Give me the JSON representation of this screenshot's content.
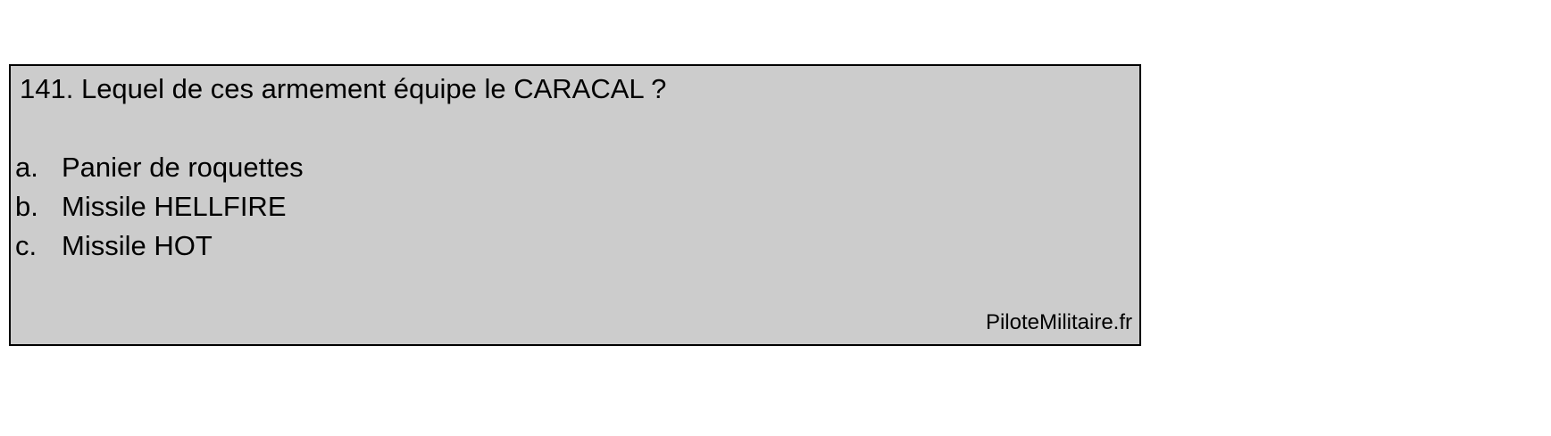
{
  "question": {
    "title": "141. Lequel de ces armement équipe le CARACAL ?",
    "options": [
      {
        "letter": "a.",
        "text": "Panier de roquettes"
      },
      {
        "letter": "b.",
        "text": "Missile HELLFIRE"
      },
      {
        "letter": "c.",
        "text": "Missile HOT"
      }
    ]
  },
  "footer": {
    "site": "PiloteMilitaire.fr"
  },
  "colors": {
    "card_background": "#cccccc",
    "border": "#000000",
    "text": "#000000"
  }
}
